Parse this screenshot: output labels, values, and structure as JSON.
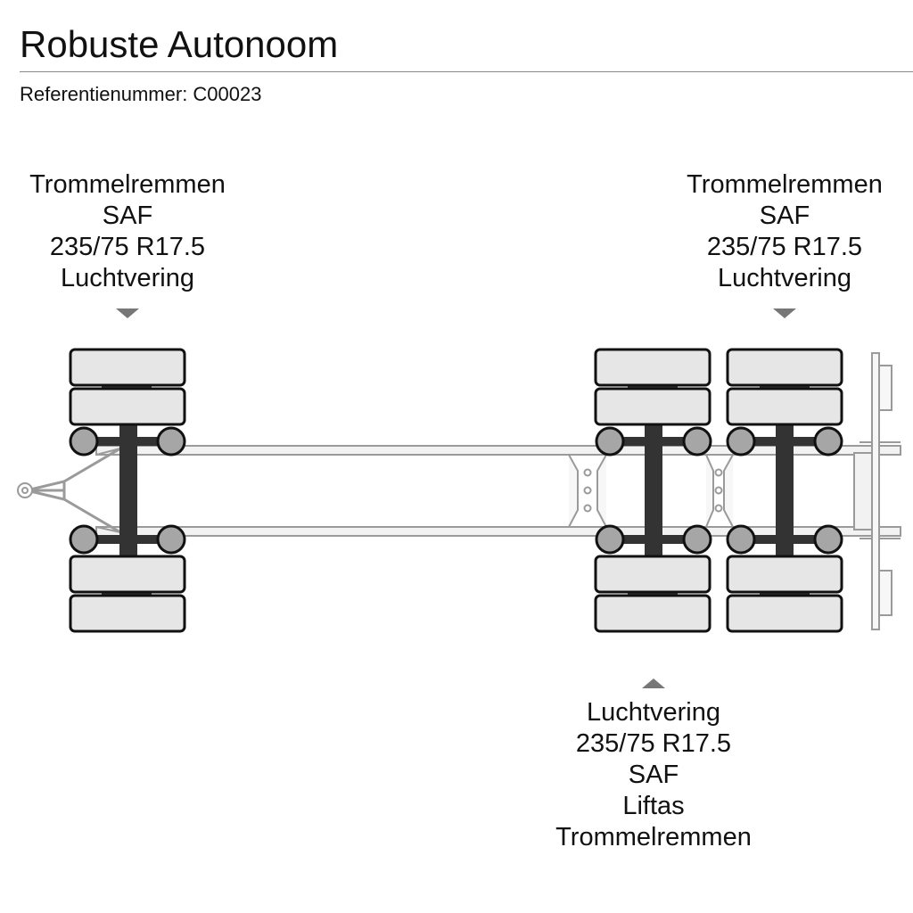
{
  "header": {
    "title": "Robuste Autonoom",
    "reference": "Referentienummer: C00023"
  },
  "axles": [
    {
      "id": "front",
      "lines": [
        "Trommelremmen",
        "SAF",
        "235/75 R17.5",
        "Luchtvering"
      ]
    },
    {
      "id": "rear-1",
      "lines": [
        "Luchtvering",
        "235/75 R17.5",
        "SAF",
        "Liftas",
        "Trommelremmen"
      ]
    },
    {
      "id": "rear-2",
      "lines": [
        "Trommelremmen",
        "SAF",
        "235/75 R17.5",
        "Luchtvering"
      ]
    }
  ],
  "colors": {
    "tire_fill": "#e6e6e6",
    "tire_stroke": "#111111",
    "hub_fill": "#a6a6a6",
    "axle_beam": "#333333",
    "frame": "#9a9a9a",
    "arrow": "#777777"
  }
}
